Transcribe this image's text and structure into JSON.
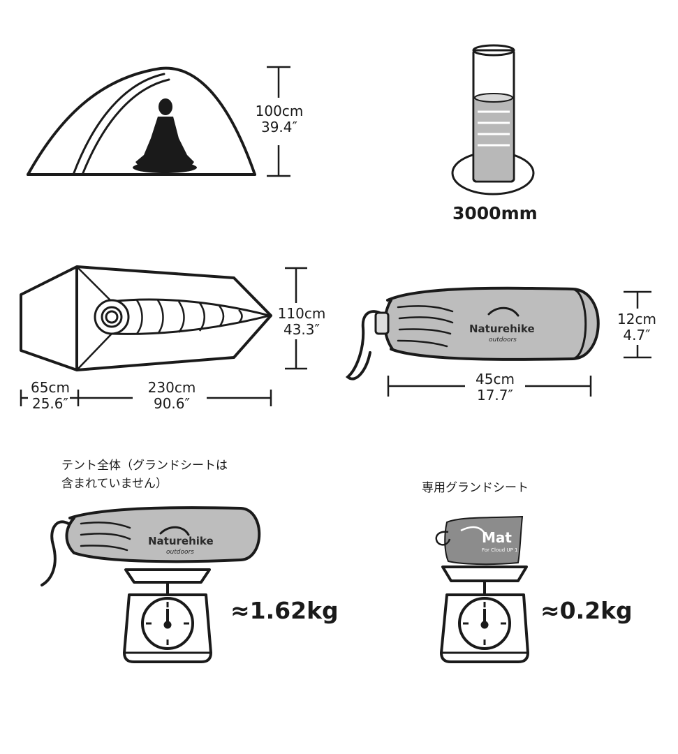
{
  "tent_height": {
    "metric": "100cm",
    "imperial": "39.4″"
  },
  "waterproof": {
    "value": "3000mm"
  },
  "floor": {
    "width_metric": "110cm",
    "width_imperial": "43.3″",
    "vestibule_metric": "65cm",
    "vestibule_imperial": "25.6″",
    "length_metric": "230cm",
    "length_imperial": "90.6″"
  },
  "pack": {
    "diameter_metric": "12cm",
    "diameter_imperial": "4.7″",
    "length_metric": "45cm",
    "length_imperial": "17.7″",
    "brand": "Naturehike",
    "brand_sub": "outdoors"
  },
  "weight_tent": {
    "caption_line1": "テント全体（グランドシートは",
    "caption_line2": "含まれていません）",
    "value": "≈1.62kg"
  },
  "weight_mat": {
    "caption": "専用グランドシート",
    "value": "≈0.2kg",
    "mat_label": "Mat",
    "mat_sub": "For Cloud UP 1"
  },
  "colors": {
    "line": "#1a1a1a",
    "fill_gray": "#b8b8b8",
    "background": "#ffffff"
  },
  "icons": [
    "tent-icon",
    "person-meditating-icon",
    "water-column-icon",
    "tent-floor-icon",
    "sleeping-bag-icon",
    "stuff-sack-icon",
    "scale-icon",
    "mat-bag-icon"
  ]
}
